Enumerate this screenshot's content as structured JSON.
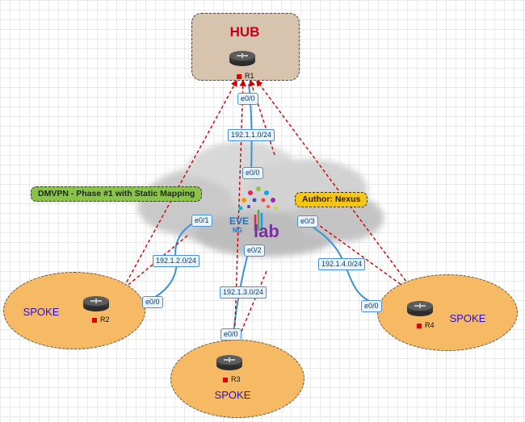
{
  "hub": {
    "title": "HUB",
    "router": "R1"
  },
  "spokes": [
    {
      "label": "SPOKE",
      "router": "R2"
    },
    {
      "label": "SPOKE",
      "router": "R3"
    },
    {
      "label": "SPOKE",
      "router": "R4"
    }
  ],
  "interfaces": {
    "r1_e0_0": "e0/0",
    "cloud_e0_0": "e0/0",
    "cloud_e0_1": "e0/1",
    "cloud_e0_2": "e0/2",
    "cloud_e0_3": "e0/3",
    "r2_e0_0": "e0/0",
    "r3_e0_0": "e0/0",
    "r4_e0_0": "e0/0"
  },
  "subnets": {
    "hub": "192.1.1.0/24",
    "r2": "192.1.2.0/24",
    "r3": "192.1.3.0/24",
    "r4": "192.1.4.0/24"
  },
  "banners": {
    "dmvpn": "DMVPN - Phase #1 with Static Mapping",
    "author": "Author: Nexus"
  },
  "logo": {
    "line1": "EVE",
    "line2": "NG",
    "line3": "lab"
  },
  "colors": {
    "link": "#3a93d8",
    "tunnel": "#cc0000",
    "hub_fill": "#d8c3ae",
    "spoke_fill": "#f6b964",
    "hub_title": "#c8001e",
    "spoke_text": "#2b10c8"
  }
}
